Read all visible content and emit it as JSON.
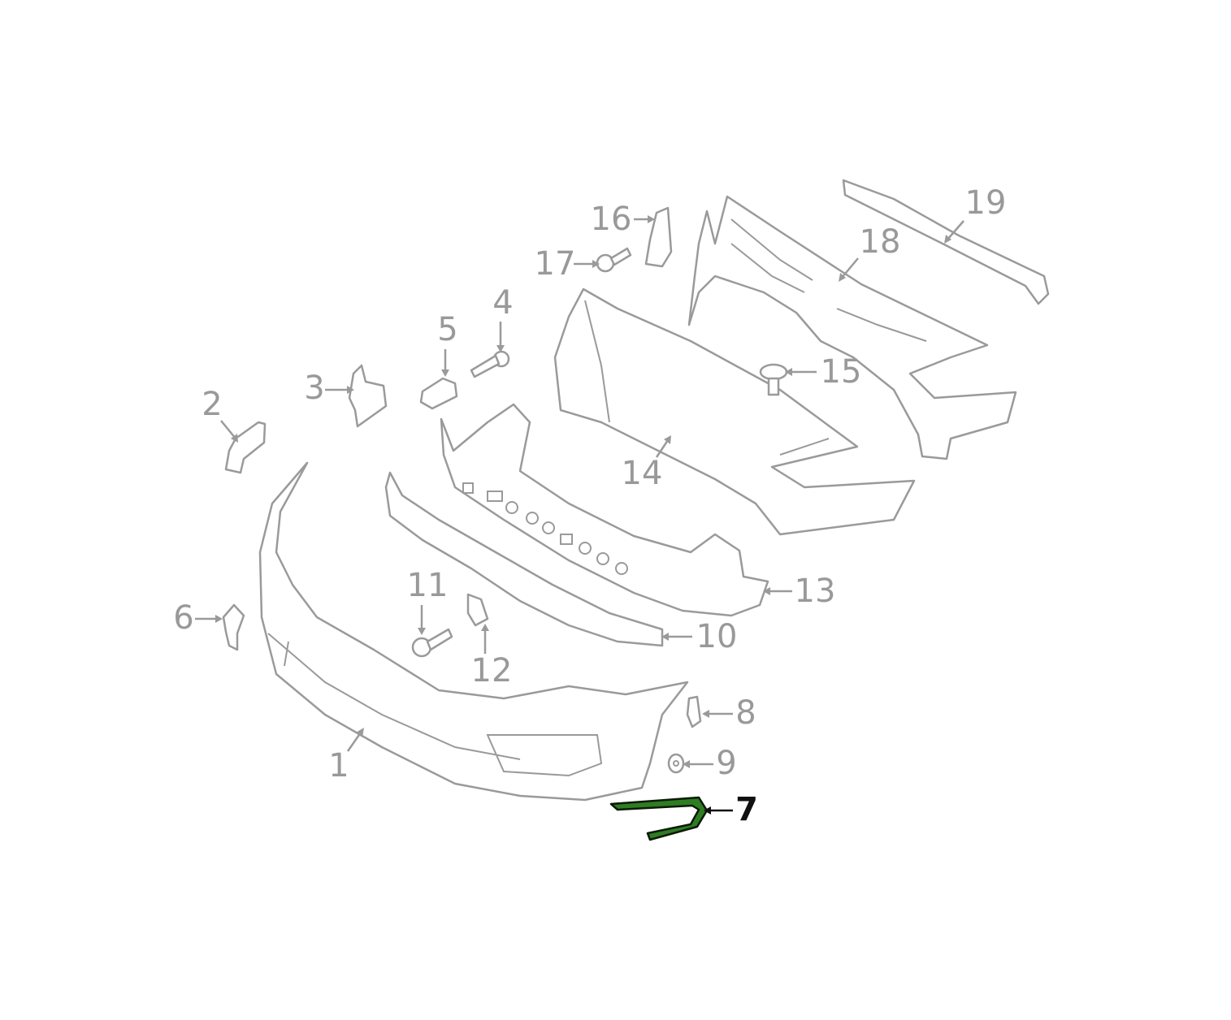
{
  "diagram": {
    "highlight_color": "#2e7d22",
    "selected_part": "7",
    "callouts": [
      {
        "id": "1",
        "label": "1"
      },
      {
        "id": "2",
        "label": "2"
      },
      {
        "id": "3",
        "label": "3"
      },
      {
        "id": "4",
        "label": "4"
      },
      {
        "id": "5",
        "label": "5"
      },
      {
        "id": "6",
        "label": "6"
      },
      {
        "id": "7",
        "label": "7"
      },
      {
        "id": "8",
        "label": "8"
      },
      {
        "id": "9",
        "label": "9"
      },
      {
        "id": "10",
        "label": "10"
      },
      {
        "id": "11",
        "label": "11"
      },
      {
        "id": "12",
        "label": "12"
      },
      {
        "id": "13",
        "label": "13"
      },
      {
        "id": "14",
        "label": "14"
      },
      {
        "id": "15",
        "label": "15"
      },
      {
        "id": "16",
        "label": "16"
      },
      {
        "id": "17",
        "label": "17"
      },
      {
        "id": "18",
        "label": "18"
      },
      {
        "id": "19",
        "label": "19"
      }
    ]
  }
}
